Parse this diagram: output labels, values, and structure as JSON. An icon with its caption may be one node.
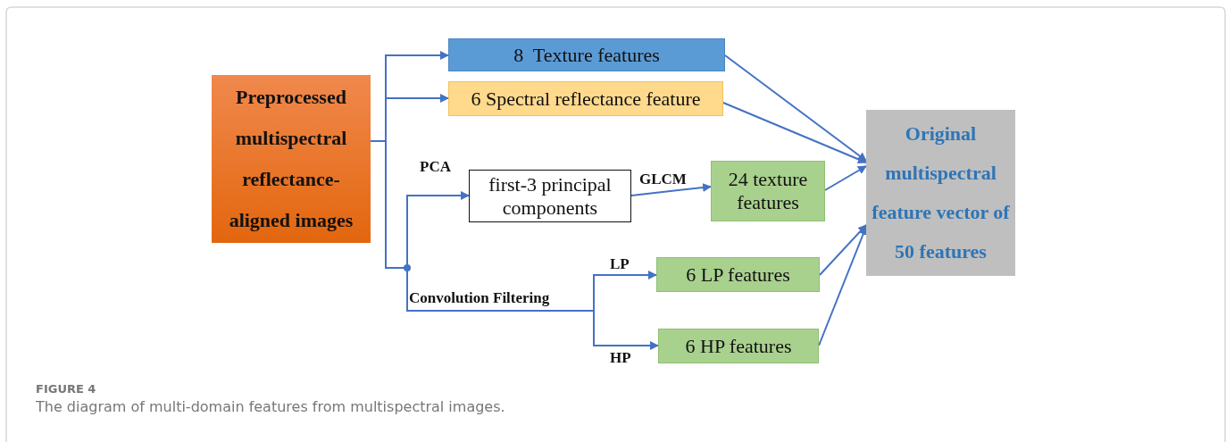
{
  "diagram": {
    "caption": "The diagram of multi-domain features from multispectral images.",
    "nodes": [
      {
        "text": [
          "Preprocessed multispectral reflectance-aligned images"
        ]
      },
      {
        "text": [
          "8  Texture features"
        ]
      },
      {
        "text": [
          "6 Spectral reflectance feature"
        ]
      },
      {
        "text": [
          "first-3 principal components"
        ]
      },
      {
        "text": [
          "24 texture features"
        ]
      },
      {
        "text": [
          "6 LP features"
        ]
      },
      {
        "text": [
          "6 HP features"
        ]
      },
      {
        "text": [
          "Original multispectral feature vector of 50 features"
        ]
      }
    ],
    "edges": [
      {
        "from": 0,
        "to": 1,
        "arrow": "to"
      },
      {
        "from": 0,
        "to": 2,
        "arrow": "to"
      },
      {
        "from": 0,
        "to": 3,
        "arrow": "to",
        "label": "PCA"
      },
      {
        "from": 3,
        "to": 4,
        "arrow": "to",
        "label": "GLCM"
      },
      {
        "from": 0,
        "to": 5,
        "arrow": "to",
        "label": "LP"
      },
      {
        "from": 0,
        "to": 6,
        "arrow": "to",
        "label": "HP"
      },
      {
        "from": 1,
        "to": 7,
        "arrow": "to"
      },
      {
        "from": 2,
        "to": 7,
        "arrow": "to"
      },
      {
        "from": 4,
        "to": 7,
        "arrow": "to"
      },
      {
        "from": 5,
        "to": 7,
        "arrow": "to"
      },
      {
        "from": 6,
        "to": 7,
        "arrow": "to"
      }
    ],
    "labels": [
      "Convolution Filtering",
      "FIGURE 4"
    ]
  }
}
